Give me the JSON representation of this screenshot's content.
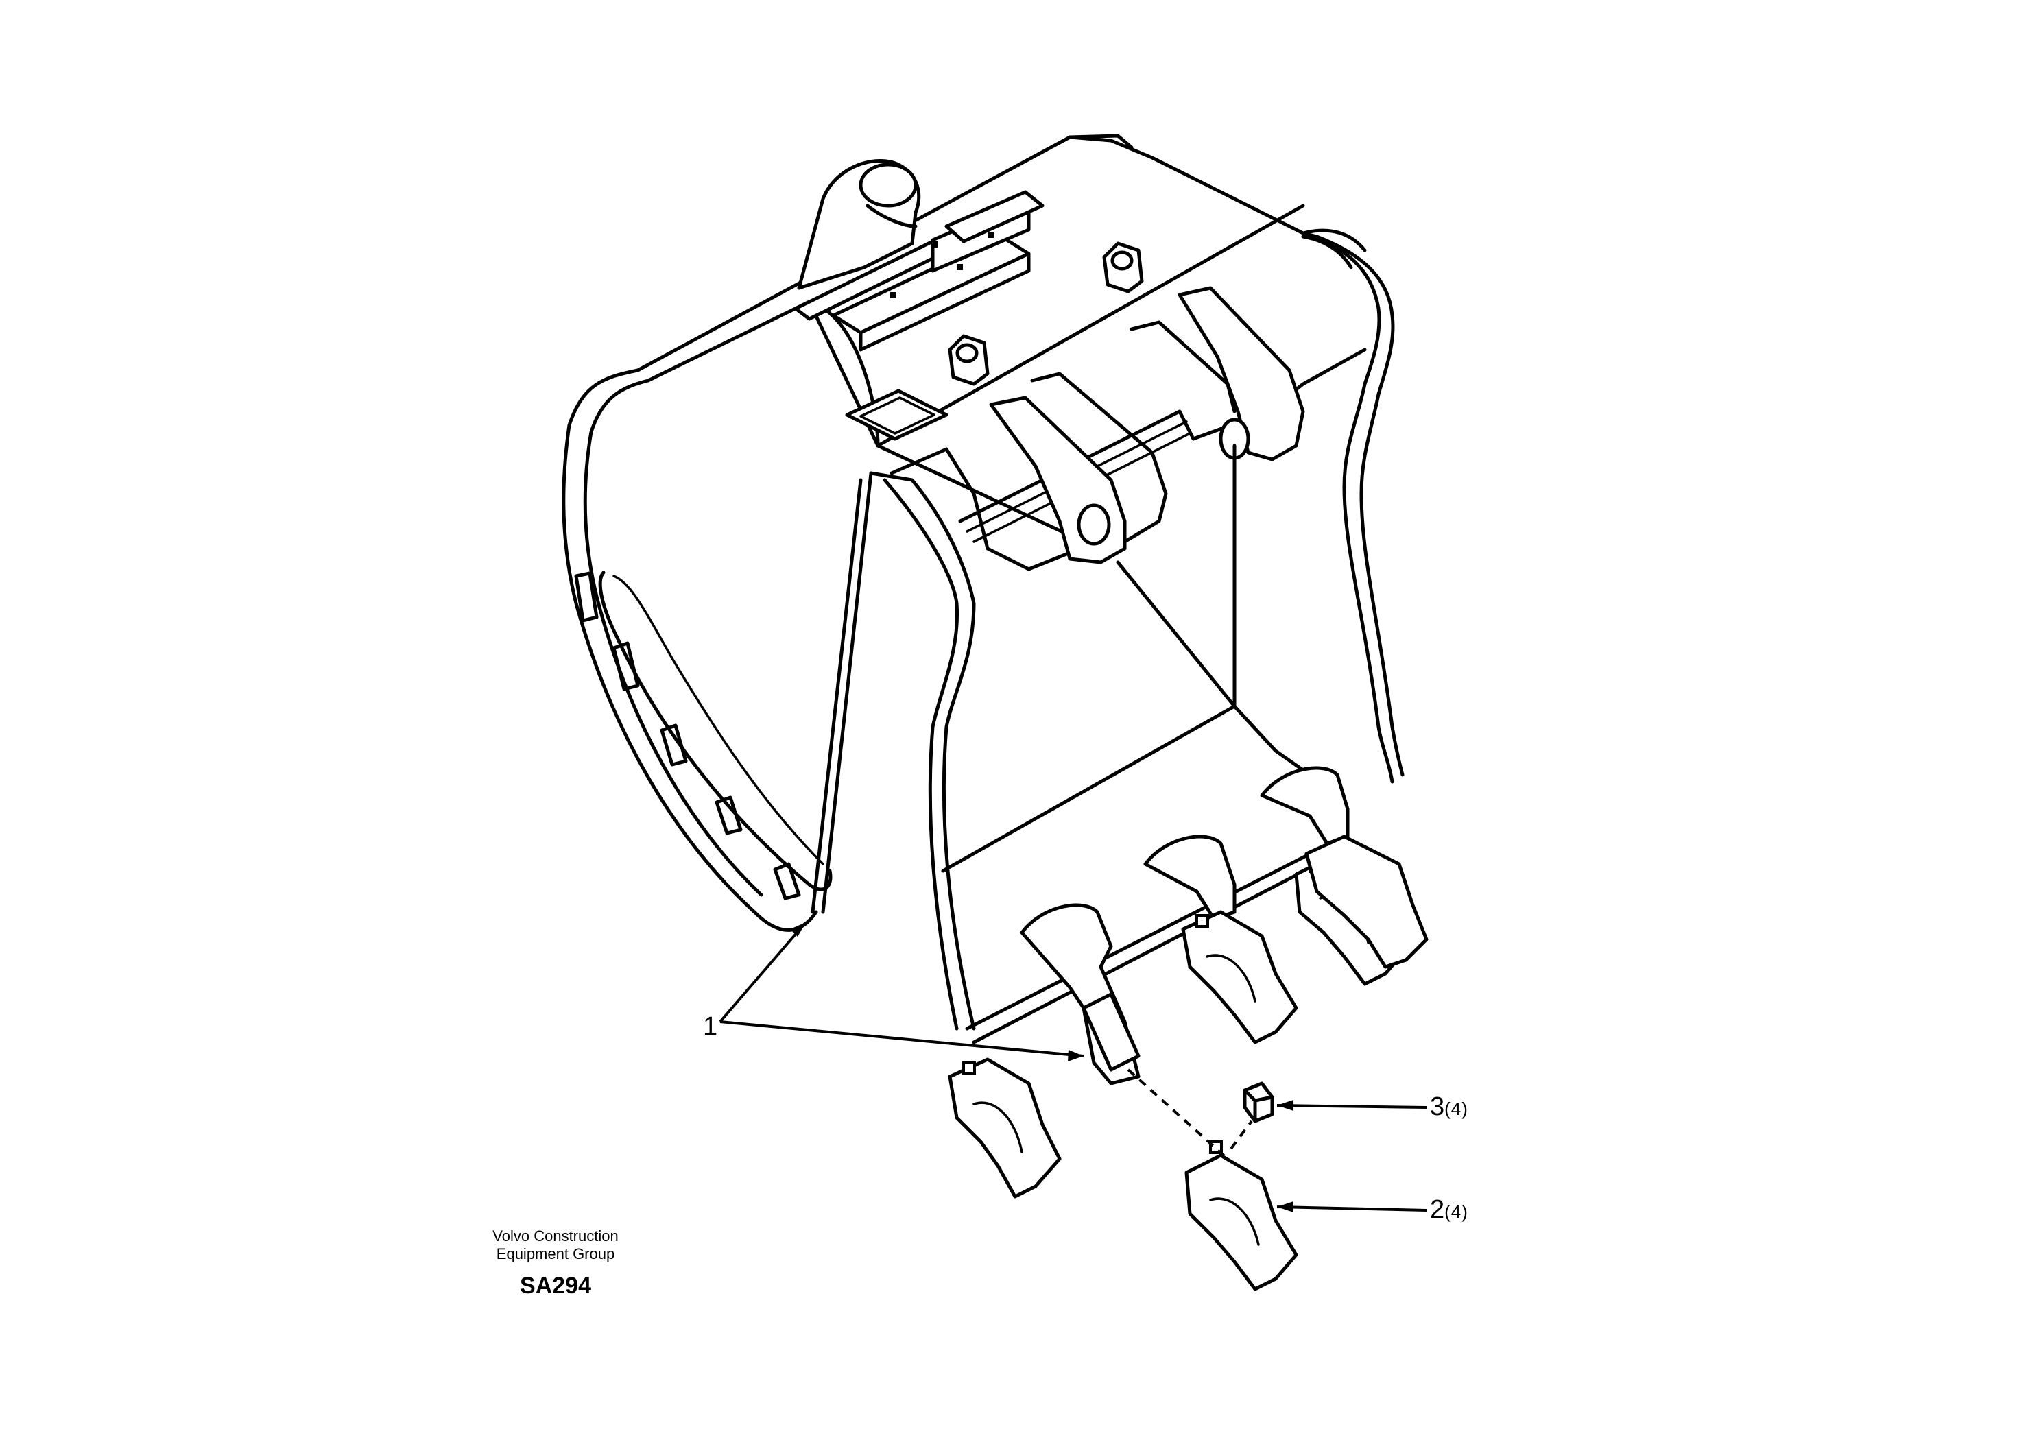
{
  "callouts": [
    {
      "number": "1",
      "qty": ""
    },
    {
      "number": "2",
      "qty": "(4)"
    },
    {
      "number": "3",
      "qty": "(4)"
    }
  ],
  "credit": {
    "line1": "Volvo Construction",
    "line2": "Equipment Group",
    "code": "SA294"
  }
}
